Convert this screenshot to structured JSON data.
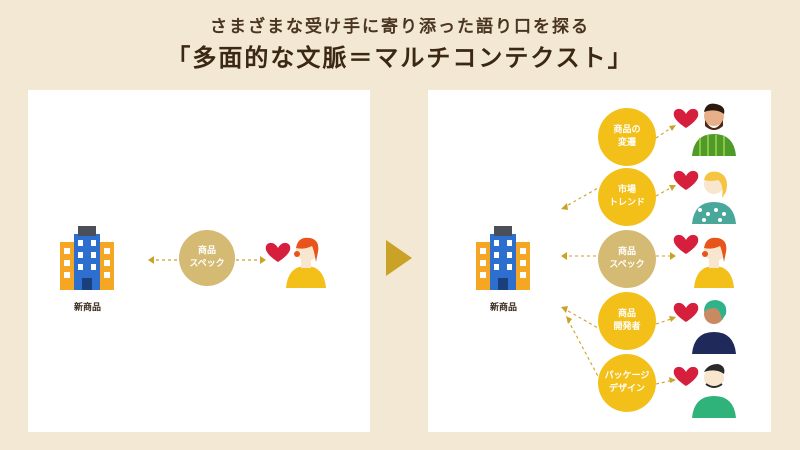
{
  "header": {
    "subtitle": "さまざまな受け手に寄り添った語り口を探る",
    "title": "「多面的な文脈＝マルチコンテクスト」"
  },
  "left_panel": {
    "building_label": "新商品",
    "bubble": {
      "line1": "商品",
      "line2": "スペック"
    }
  },
  "right_panel": {
    "building_label": "新商品",
    "bubbles": [
      {
        "line1": "商品の",
        "line2": "変遷"
      },
      {
        "line1": "市場",
        "line2": "トレンド"
      },
      {
        "line1": "商品",
        "line2": "スペック"
      },
      {
        "line1": "商品",
        "line2": "開発者"
      },
      {
        "line1": "パッケージ",
        "line2": "デザイン"
      }
    ]
  },
  "colors": {
    "background": "#f3e8d3",
    "panel": "#ffffff",
    "tan_bubble": "#d4ba73",
    "gold_bubble": "#f3c01a",
    "heart": "#d61f3c",
    "arrow": "#c9a227"
  },
  "icons": [
    "building-icon",
    "heart-icon",
    "person-icon",
    "play-arrow-icon"
  ]
}
